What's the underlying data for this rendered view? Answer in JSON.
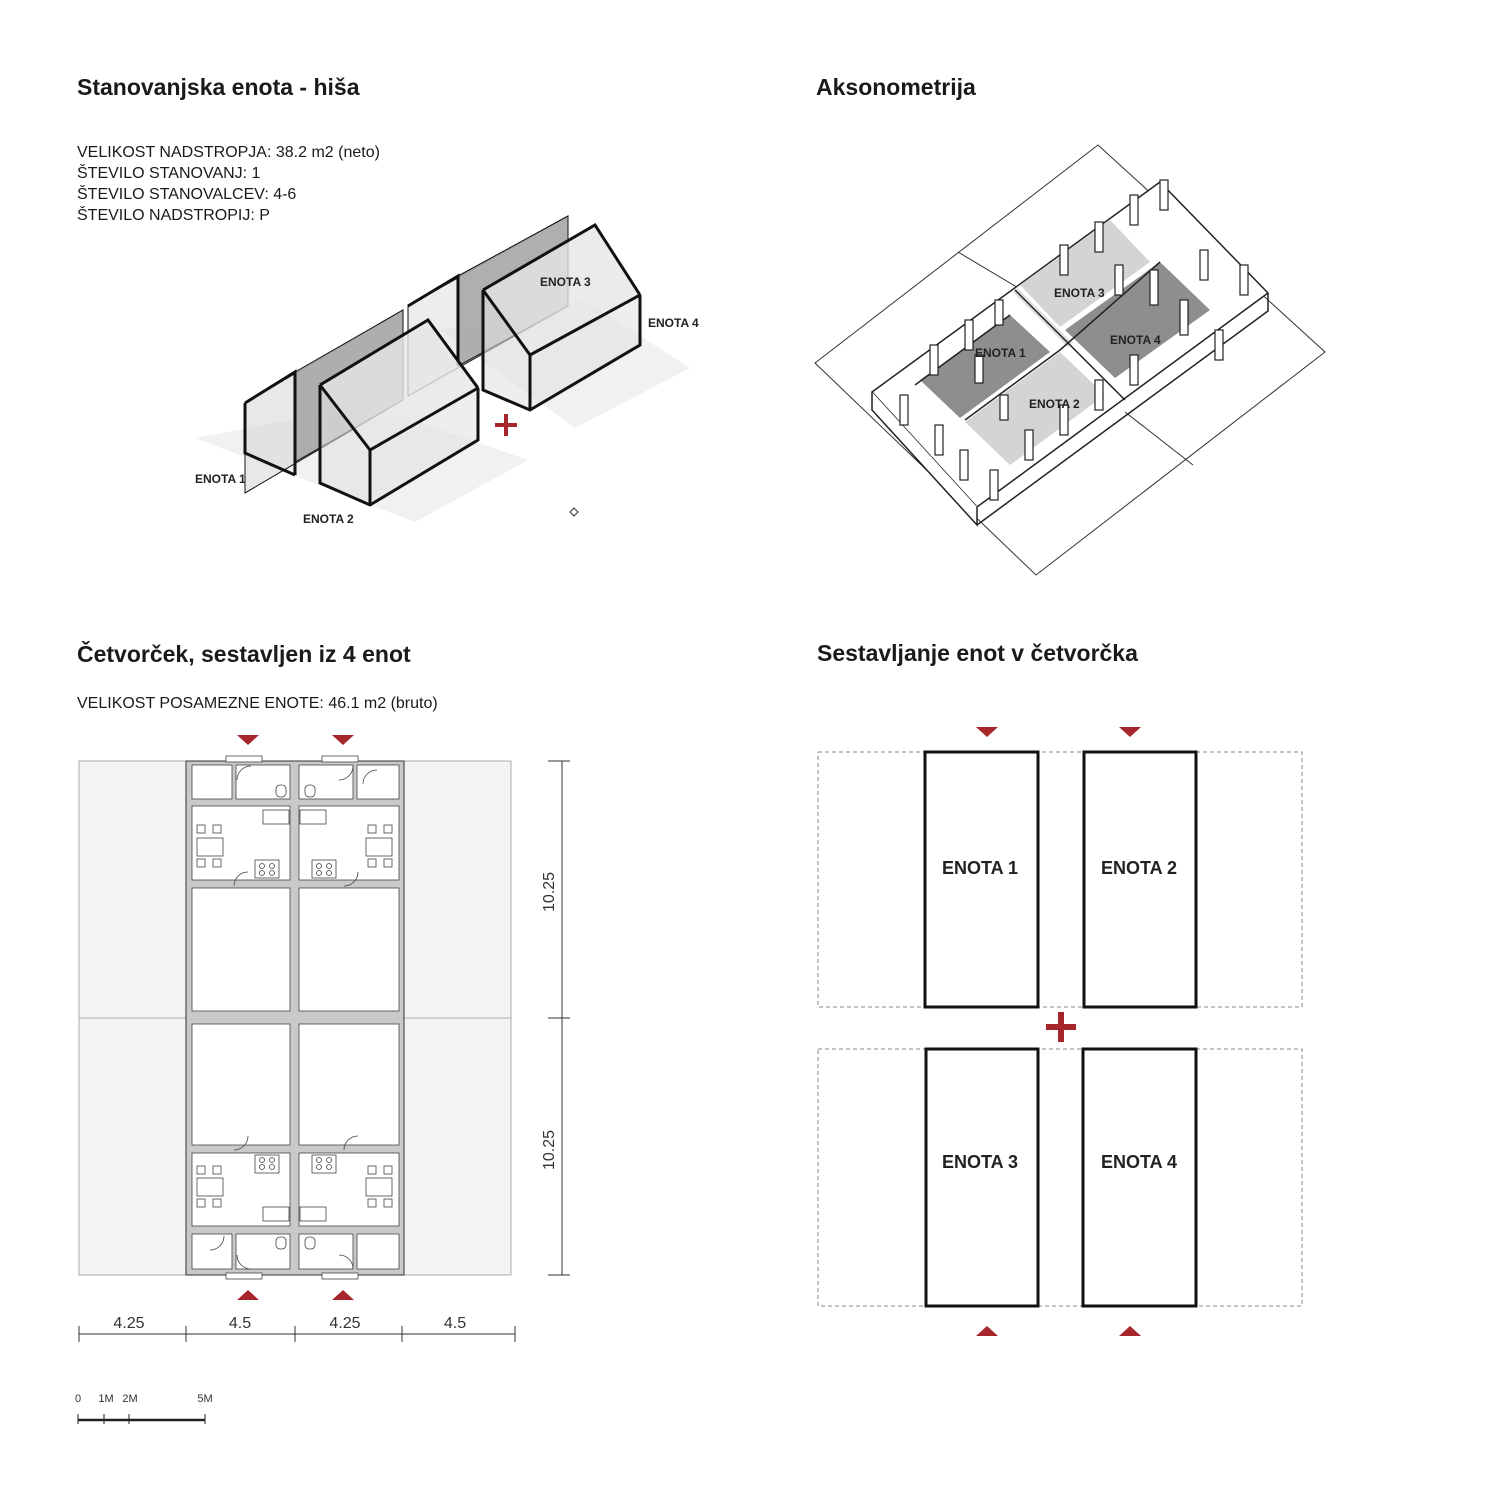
{
  "panel_house": {
    "title": "Stanovanjska enota - hiša",
    "info": [
      "VELIKOST NADSTROPJA: 38.2 m2 (neto)",
      "ŠTEVILO STANOVANJ: 1",
      "ŠTEVILO STANOVALCEV: 4-6",
      "ŠTEVILO NADSTROPIJ: P"
    ],
    "labels": [
      "ENOTA 1",
      "ENOTA 2",
      "ENOTA 3",
      "ENOTA 4"
    ]
  },
  "panel_axo": {
    "title": "Aksonometrija",
    "labels": [
      "ENOTA 1",
      "ENOTA 2",
      "ENOTA 3",
      "ENOTA 4"
    ]
  },
  "panel_plan": {
    "title": "Četvorček, sestavljen iz 4 enot",
    "info": "VELIKOST POSAMEZNE ENOTE: 46.1 m2 (bruto)",
    "dims_vertical": [
      "10.25",
      "10.25"
    ],
    "dims_horizontal": [
      "4.25",
      "4.5",
      "4.25",
      "4.5"
    ],
    "scale_labels": [
      "0",
      "1M",
      "2M",
      "5M"
    ]
  },
  "panel_compose": {
    "title": "Sestavljanje enot v četvorčka",
    "labels": [
      "ENOTA 1",
      "ENOTA 2",
      "ENOTA 3",
      "ENOTA 4"
    ]
  },
  "colors": {
    "accent": "#a6262c",
    "wall": "#c9c9c9",
    "ground": "#f3f3f4",
    "dark_floor": "#8e8e8e",
    "light_floor": "#d4d4d4"
  }
}
